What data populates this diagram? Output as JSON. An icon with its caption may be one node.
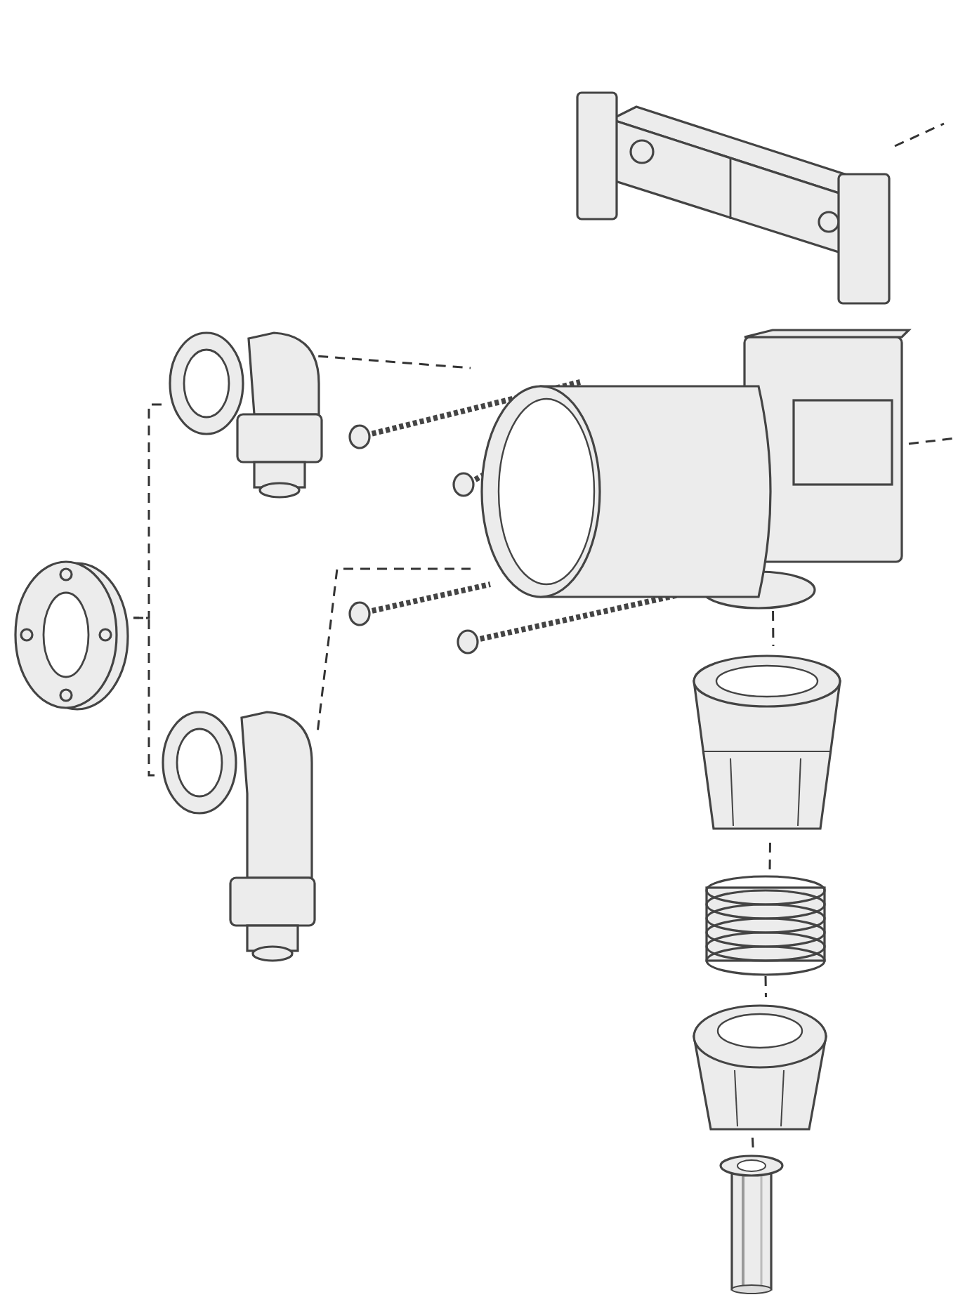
{
  "diagram": {
    "nodes": [
      {
        "text": [],
        "shape": "picture"
      },
      {
        "text": [],
        "shape": "picture"
      },
      {
        "text": [],
        "shape": "picture"
      },
      {
        "text": [],
        "shape": "picture"
      },
      {
        "text": [],
        "shape": "picture"
      },
      {
        "text": [],
        "shape": "picture"
      },
      {
        "text": [],
        "shape": "picture"
      },
      {
        "text": [],
        "shape": "picture"
      },
      {
        "text": [],
        "shape": "picture"
      },
      {
        "text": [],
        "shape": "picture"
      },
      {
        "text": [],
        "shape": "picture"
      },
      {
        "text": [],
        "shape": "picture"
      },
      {
        "text": [],
        "shape": "picture"
      }
    ],
    "edges": [
      {
        "from": 0,
        "to": null,
        "arrow": "none",
        "style": "dashed"
      },
      {
        "from": 8,
        "to": null,
        "arrow": "none",
        "style": "dashed"
      },
      {
        "from": 1,
        "to": 2,
        "arrow": "none",
        "style": "dashed"
      },
      {
        "from": 2,
        "to": 3,
        "arrow": "none",
        "style": "dashed"
      },
      {
        "from": 1,
        "to": 8,
        "arrow": "none",
        "style": "dashed"
      },
      {
        "from": 3,
        "to": 8,
        "arrow": "none",
        "style": "dashed"
      },
      {
        "from": 8,
        "to": 9,
        "arrow": "none",
        "style": "dashed"
      },
      {
        "from": 9,
        "to": 10,
        "arrow": "none",
        "style": "dashed"
      },
      {
        "from": 10,
        "to": 11,
        "arrow": "none",
        "style": "dashed"
      },
      {
        "from": 11,
        "to": 12,
        "arrow": "none",
        "style": "dashed"
      }
    ]
  }
}
